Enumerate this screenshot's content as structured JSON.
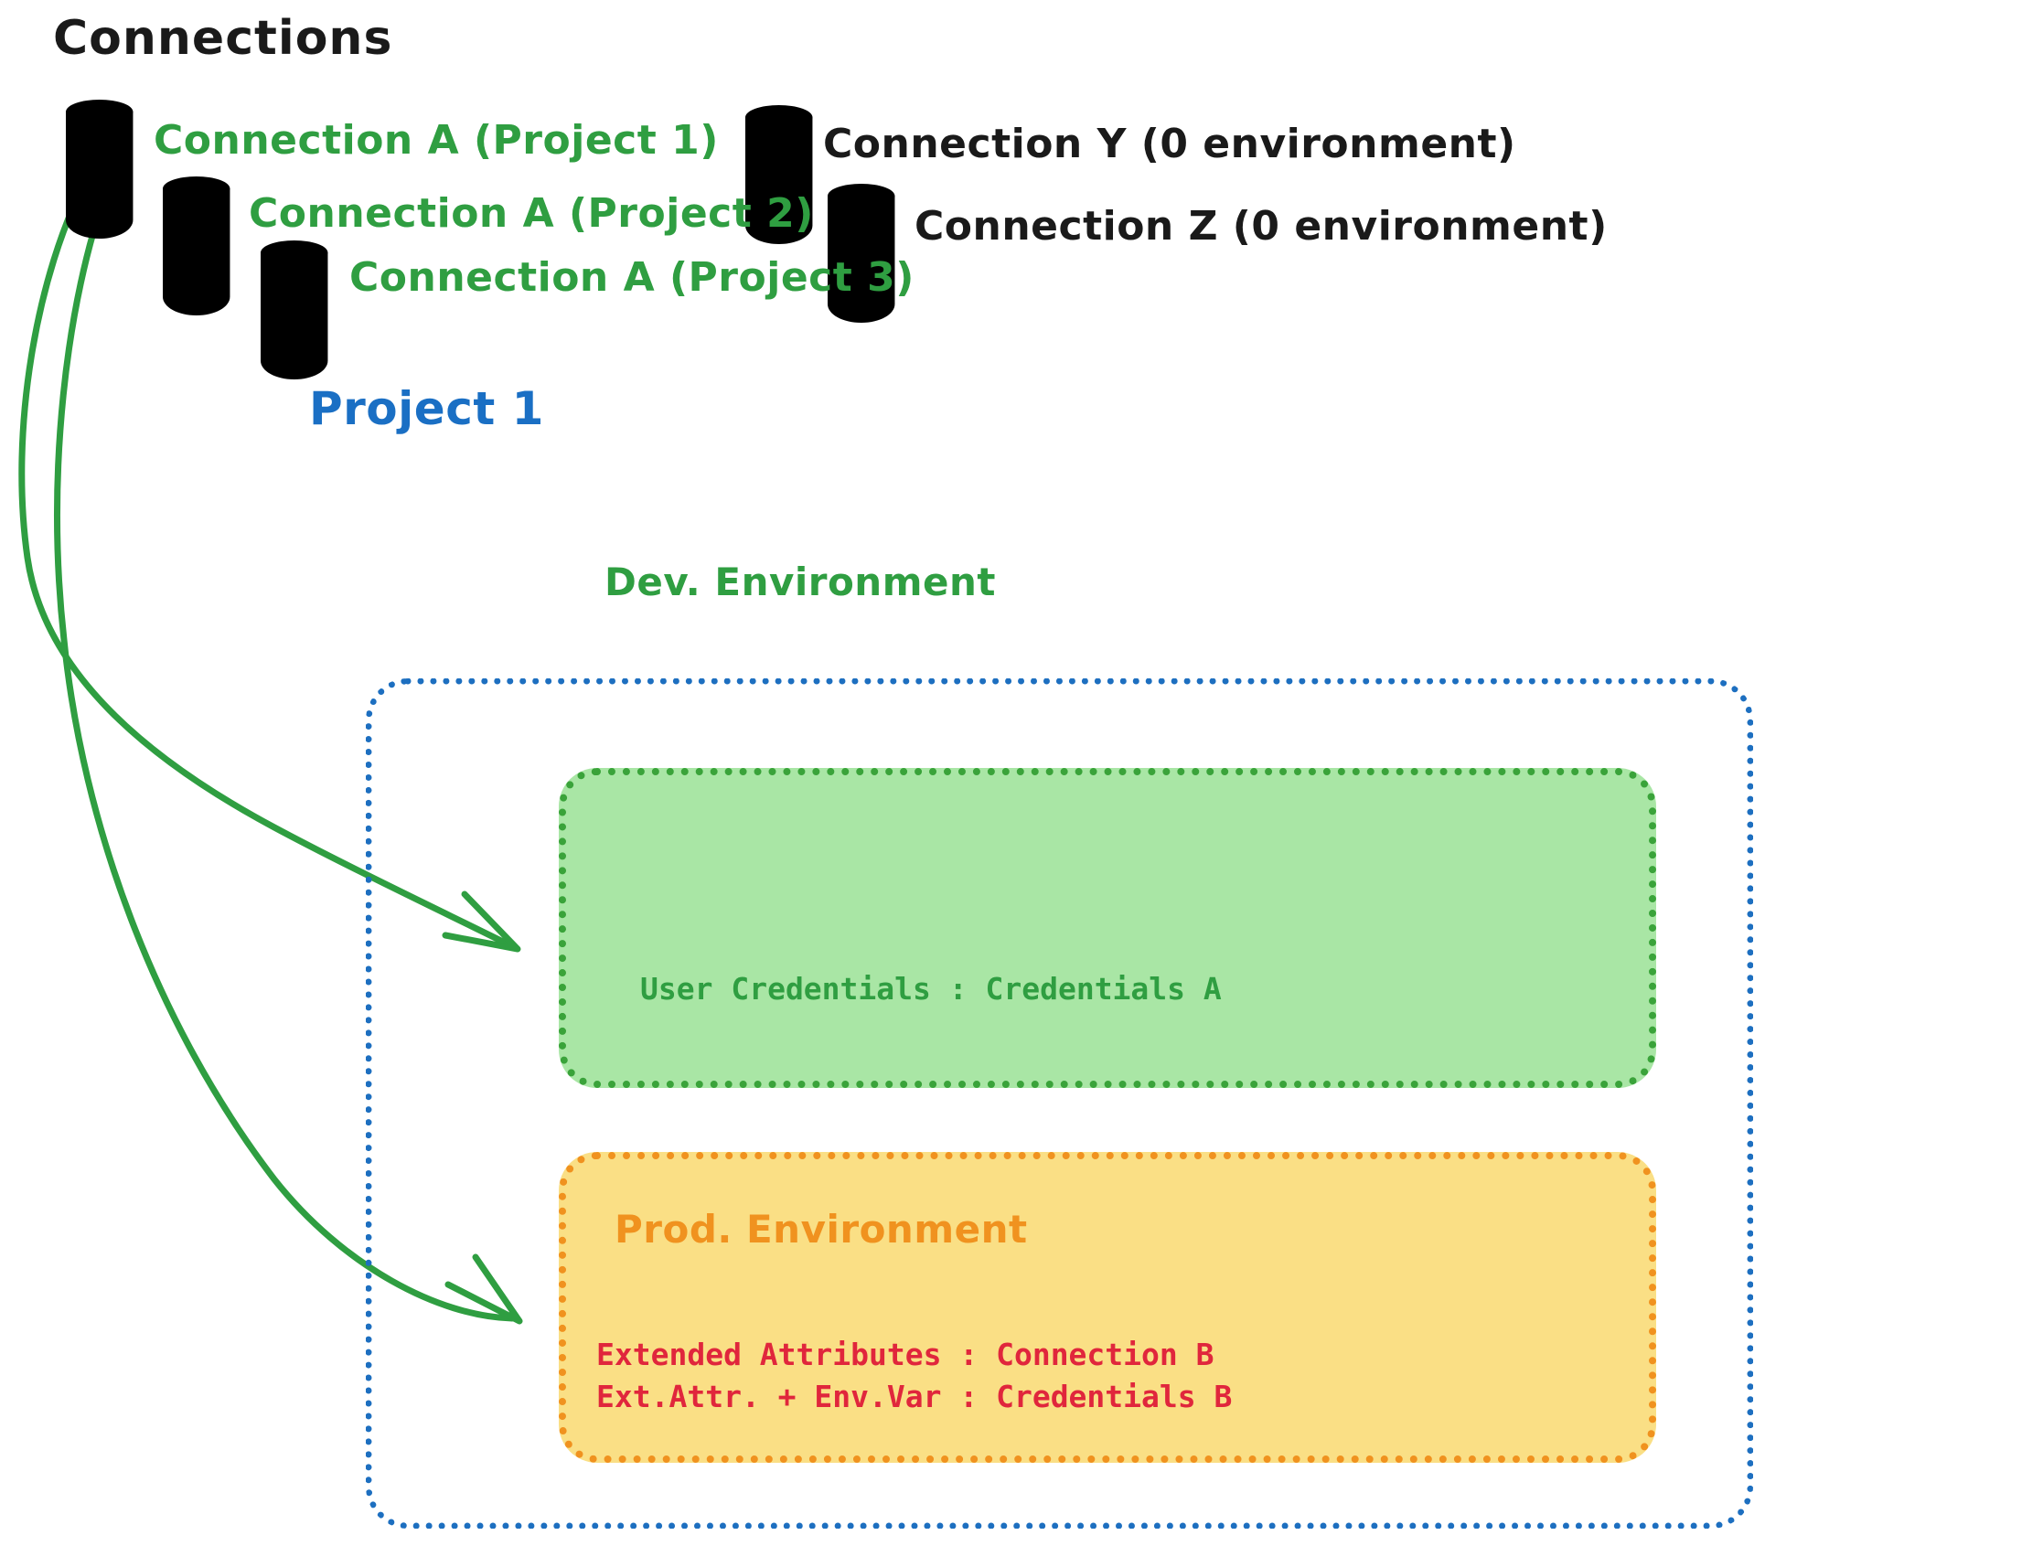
{
  "page": {
    "title": "Connections",
    "background": "#ffffff"
  },
  "colors": {
    "green_stroke": "#2f9e41",
    "green_fill": "#a9e6a5",
    "gray_stroke": "#1a1a1a",
    "gray_fill": "#cdd2d9",
    "blue": "#1d6fc0",
    "orange": "#f0921f",
    "orange_fill": "#fadf85",
    "red": "#e0263c",
    "black": "#1a1a1a"
  },
  "connections_section": {
    "heading": "Connections",
    "green_connections": [
      {
        "icon": "database-icon",
        "label": "Connection A (Project 1)"
      },
      {
        "icon": "database-icon",
        "label": "Connection A (Project 2)"
      },
      {
        "icon": "database-icon",
        "label": "Connection A (Project 3)"
      }
    ],
    "gray_connections": [
      {
        "icon": "database-icon",
        "label": "Connection Y (0 environment)"
      },
      {
        "icon": "database-icon",
        "label": "Connection Z (0 environment)"
      }
    ]
  },
  "project": {
    "label": "Project 1",
    "environments": [
      {
        "name": "Dev. Environment",
        "accent": "#2f9e41",
        "fill": "#a9e6a5",
        "details": [
          "User Credentials : Credentials A"
        ]
      },
      {
        "name": "Prod. Environment",
        "accent": "#f0921f",
        "fill": "#fadf85",
        "details": [
          "Extended Attributes : Connection B",
          "Ext.Attr. + Env.Var : Credentials B"
        ]
      }
    ]
  },
  "arrows": [
    {
      "name": "arrow-connection-a-to-dev",
      "from": "Connection A (Project 1)",
      "to": "Dev. Environment"
    },
    {
      "name": "arrow-connection-a-to-prod",
      "from": "Connection A (Project 1)",
      "to": "Prod. Environment"
    }
  ]
}
